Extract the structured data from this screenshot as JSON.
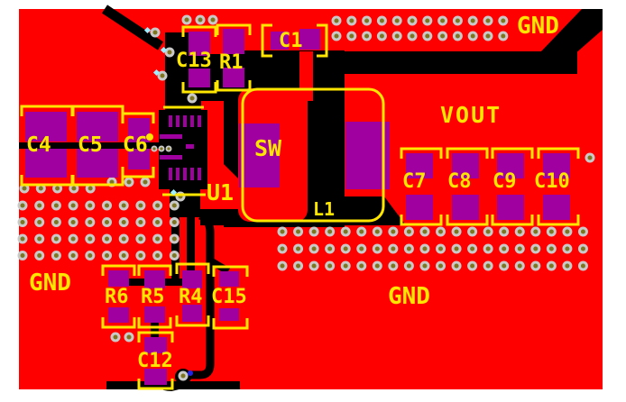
{
  "board": {
    "title": "PCB layout top view (switching regulator board)",
    "colors": {
      "copper": "#ff0000",
      "clearance": "#000000",
      "pad": "#a000a0",
      "silkscreen": "#ffe600",
      "via_ring": "#c9c9c9",
      "via_hole": "#7e7520",
      "background": "#ffffff",
      "marker_cyan": "#9feeff",
      "marker_blue": "#2323e6"
    },
    "via_grids": {
      "top_right": {
        "rows": 2,
        "cols": 12
      },
      "bottom_right": {
        "rows": 3,
        "cols": 20
      },
      "bottom_left": {
        "rows": 4,
        "cols": 10
      }
    }
  },
  "labels": {
    "gnd_top_right": "GND",
    "gnd_bottom_left": "GND",
    "gnd_bottom_right": "GND",
    "vout": "VOUT",
    "sw": "SW",
    "u1": "U1",
    "l1": "L1",
    "c1": "C1",
    "c4": "C4",
    "c5": "C5",
    "c6": "C6",
    "c7": "C7",
    "c8": "C8",
    "c9": "C9",
    "c10": "C10",
    "c12": "C12",
    "c13": "C13",
    "c15": "C15",
    "r1": "R1",
    "r4": "R4",
    "r5": "R5",
    "r6": "R6"
  }
}
